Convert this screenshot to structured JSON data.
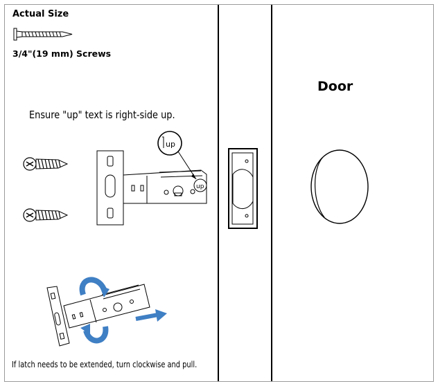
{
  "labels": {
    "actual_size": "Actual Size",
    "screw_size": "3/4\"(19 mm) Screws",
    "ensure_up": "Ensure \"up\" text is right-side up.",
    "up_mark": "up",
    "door": "Door",
    "latch_note": "If latch needs to be extended, turn clockwise and pull."
  },
  "colors": {
    "line": "#000000",
    "arrow_blue": "#3f7fc4",
    "border": "#9a9a9a"
  },
  "icons": [
    "screw-icon",
    "latch-icon",
    "strike-plate-icon",
    "door-bore-hole-icon",
    "rotate-arrow-icon",
    "pull-arrow-icon",
    "magnifier-callout-icon"
  ]
}
